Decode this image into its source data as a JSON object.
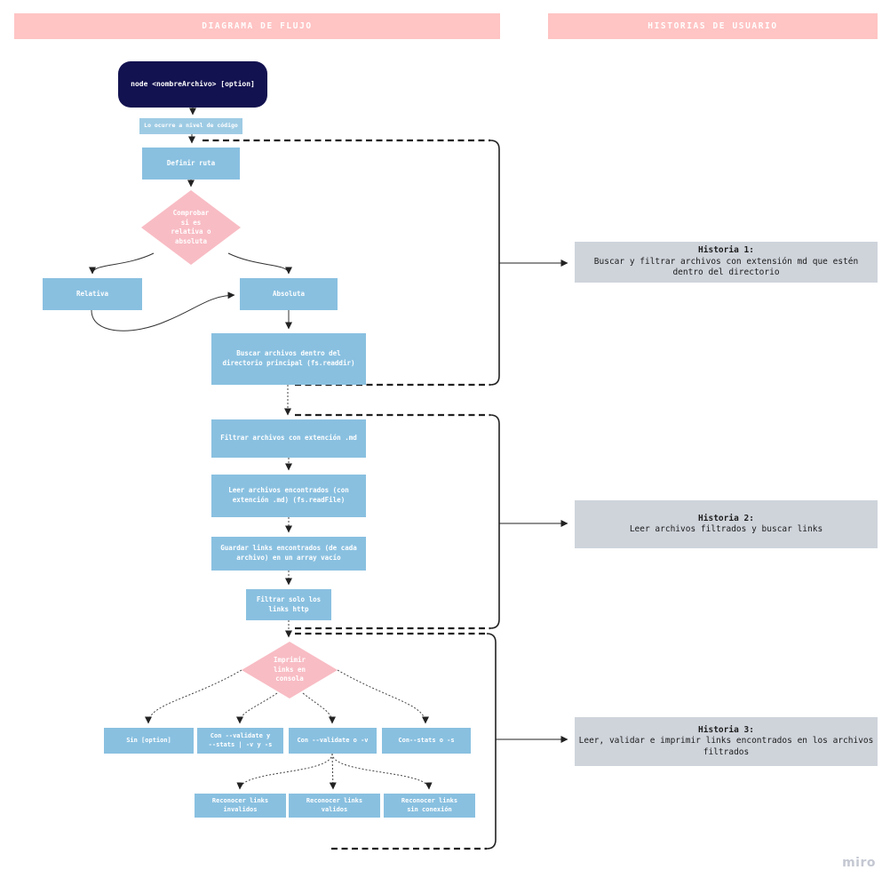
{
  "banners": {
    "left": "DIAGRAMA DE FLUJO",
    "right": "HISTORIAS DE USUARIO"
  },
  "colors": {
    "banner_pink": "#ffc4c4",
    "start_node_navy": "#131250",
    "process_blue": "#89c0e0",
    "code_label_blue": "#9ecbe4",
    "decision_pink": "#f8bcc4",
    "story_gray": "#cfd4db",
    "node_text": "#ffffff",
    "story_text": "#1c1c1c"
  },
  "flow": {
    "start": "node <nombreArchivo> [option]",
    "code_label": "Lo ocurre a nivel de código",
    "definir": "Definir ruta",
    "decision_ruta": "Comprobar\nsi es\nrelativa o\nabsoluta",
    "relativa": "Relativa",
    "absoluta": "Absoluta",
    "buscar": "Buscar archivos dentro del\ndirectorio principal (fs.readdir)",
    "filtrar_md": "Filtrar archivos con extención .md",
    "leer": "Leer archivos encontrados (con\nextención .md) (fs.readFile)",
    "guardar": "Guardar links encontrados (de cada\narchivo) en un array vacío",
    "filtrar_http": "Filtrar solo los\nlinks http",
    "decision_imprimir": "Imprimir\nlinks en\nconsola",
    "sin_option": "Sin [option]",
    "con_validate_stats": "Con --validate y\n--stats | -v y -s",
    "con_validate": "Con --validate o -v",
    "con_stats": "Con--stats o -s",
    "rec_invalidos": "Reconocer links\ninvalidos",
    "rec_validos": "Reconocer links\nvalidos",
    "rec_sin_conexion": "Reconocer links\nsin conexión"
  },
  "stories": [
    {
      "title": "Historia 1:",
      "text": "Buscar y filtrar archivos con extensión md que estén\ndentro del directorio"
    },
    {
      "title": "Historia 2:",
      "text": "Leer archivos filtrados y buscar links"
    },
    {
      "title": "Historia 3:",
      "text": "Leer, validar  e imprimir links encontrados en los archivos\nfiltrados"
    }
  ],
  "watermark": "miro"
}
